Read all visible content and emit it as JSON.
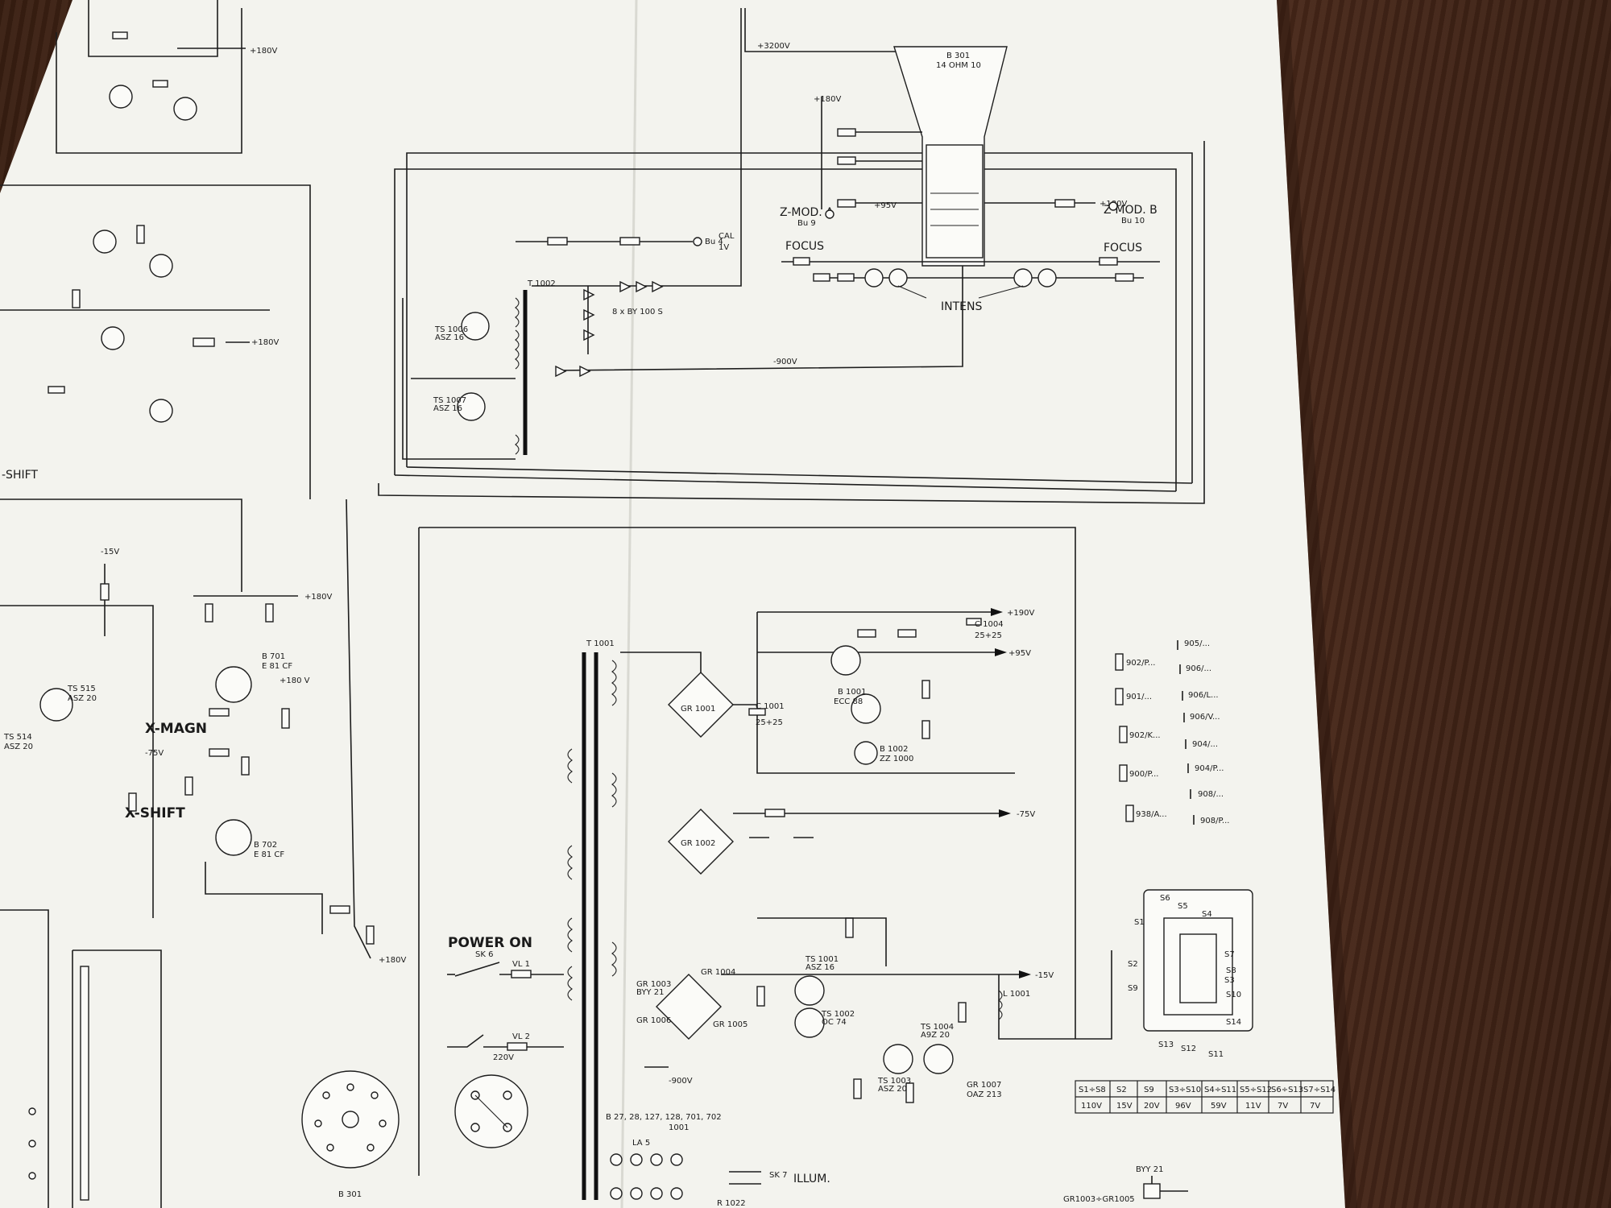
{
  "top_supply": {
    "hv": "+3200V",
    "b301_name": "B 301",
    "b301_type": "14 OHM 10"
  },
  "crt_area": {
    "zmod_a": "Z-MOD. A",
    "bu_a": "Bu 9",
    "zmod_b": "Z-MOD. B",
    "bu_b": "Bu 10",
    "focus_left": "FOCUS",
    "focus_right": "FOCUS",
    "intens": "INTENS",
    "plus180": "+180V",
    "plus95": "+95V",
    "minus900": "-900V",
    "bu4": "Bu 4",
    "cal": "CAL",
    "cal_v": "1V",
    "diode_bank": "8 x BY 100 S"
  },
  "hv_section": {
    "t1002": "T 1002",
    "ts1006": "TS 1006",
    "ts1006_type": "ASZ 16",
    "ts1007": "TS 1007",
    "ts1007_type": "ASZ 16"
  },
  "power_section": {
    "t1001": "T 1001",
    "gr1001": "GR 1001",
    "gr1002": "GR 1002",
    "gr1003": "GR 1003",
    "gr1003_type": "BYY 21",
    "gr1004": "GR 1004",
    "gr1005": "GR 1005",
    "gr1006": "GR 1006",
    "b1001": "B 1001",
    "b1001_type": "ECC 88",
    "b1002": "B 1002",
    "b1002_type": "ZZ 1000",
    "ts1001": "TS 1001",
    "ts1001_type": "ASZ 16",
    "ts1002": "TS 1002",
    "ts1002_type": "OC 74",
    "ts1003": "TS 1003",
    "ts1003_type": "ASZ 20",
    "ts1004": "TS 1004",
    "ts1004_type": "A9Z 20",
    "gr1007": "GR 1007",
    "gr1007_type": "OAZ 213",
    "out_plus190": "+190V",
    "out_plus95": "+95V",
    "out_minus75": "-75V",
    "out_minus15": "-15V",
    "out_minus900": "-900V",
    "l1001": "L 1001",
    "c1001": "C 1001",
    "c1001_val": "25+25",
    "c1004": "C 1004",
    "c1004_val": "25+25",
    "power_on": "POWER ON",
    "sk6": "SK 6",
    "vl1": "VL 1",
    "vl2": "VL 2",
    "v220": "220V",
    "illum": "ILLUM.",
    "sk7": "SK 7",
    "la5": "LA 5",
    "tube_pins": "B 27, 28, 127, 128, 701, 702",
    "tube_pins_2": "1001"
  },
  "left_section": {
    "x_magn": "X-MAGN",
    "x_shift": "X-SHIFT",
    "y_shift": "-SHIFT",
    "minus75": "-75V",
    "minus15": "-15V",
    "plus180a": "+180V",
    "plus180b": "+180 V",
    "plus180c": "+180V",
    "b701": "B 701",
    "b701_type": "E 81 CF",
    "b702": "B 702",
    "b702_type": "E 81 CF",
    "ts515": "TS 515",
    "ts515_type": "ASZ 20",
    "ts514": "TS 514",
    "ts514_type": "ASZ 20",
    "b301_socket": "B 301"
  },
  "legend": {
    "items": [
      "905/...",
      "902/P...",
      "906/...",
      "901/...",
      "906/L...",
      "906/V...",
      "902/K...",
      "904/...",
      "900/P...",
      "904/P...",
      "908/...",
      "938/A...",
      "908/P..."
    ]
  },
  "transformer_diagram": {
    "pins": [
      "S6",
      "S5",
      "S4",
      "S1",
      "S7",
      "S2",
      "S8",
      "S3",
      "S9",
      "S10",
      "S14",
      "S13",
      "S12",
      "S11"
    ]
  },
  "voltage_table": {
    "headers": [
      "S1÷S8",
      "S2",
      "S9",
      "S3÷S10",
      "S4÷S11",
      "S5÷S12",
      "S6÷S13",
      "S7÷S14"
    ],
    "values": [
      "110V",
      "15V",
      "20V",
      "96V",
      "59V",
      "11V",
      "7V",
      "7V"
    ]
  },
  "footer": {
    "left_code": "GR1003÷GR1005",
    "right_code": "BYY 21",
    "r1022": "R 1022"
  }
}
